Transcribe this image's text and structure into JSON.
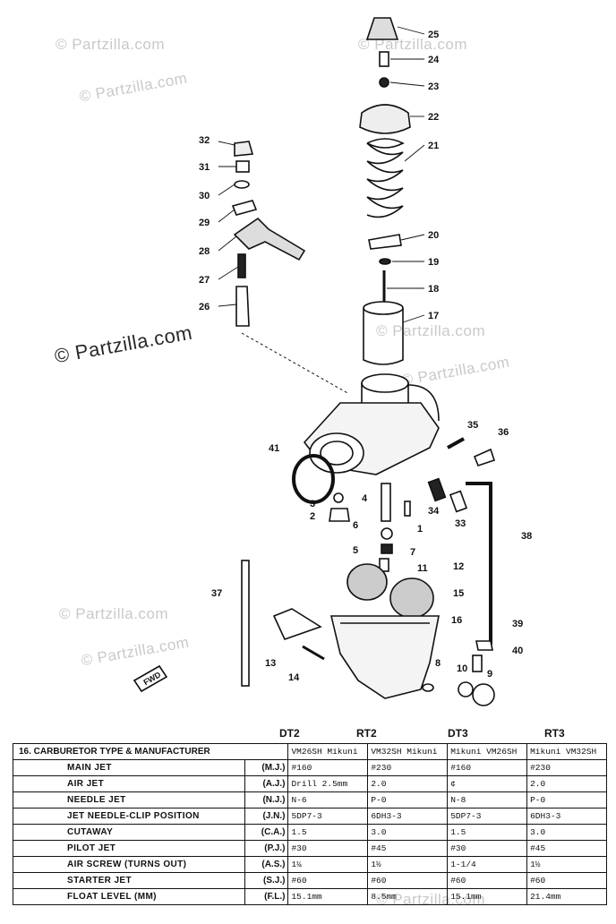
{
  "watermarks": [
    "© Partzilla.com",
    "© Partzilla.com",
    "© Partzilla.com",
    "© Partzilla.com",
    "© Partzilla.com",
    "© Partzilla.com",
    "© Partzilla.com",
    "© Partzilla.com"
  ],
  "watermark_main": "© Partzilla.com",
  "callouts": [
    "25",
    "24",
    "23",
    "22",
    "21",
    "20",
    "19",
    "18",
    "17",
    "32",
    "31",
    "30",
    "29",
    "28",
    "27",
    "26",
    "35",
    "36",
    "41",
    "4",
    "3",
    "2",
    "1",
    "34",
    "33",
    "38",
    "6",
    "5",
    "7",
    "11",
    "12",
    "15",
    "16",
    "37",
    "39",
    "40",
    "13",
    "14",
    "8",
    "10",
    "9"
  ],
  "fwd_label": "FWD",
  "table": {
    "models": [
      "DT2",
      "RT2",
      "DT3",
      "RT3"
    ],
    "title": "16. CARBURETOR TYPE & MANUFACTURER",
    "types": [
      "VM26SH Mikuni",
      "VM32SH Mikuni",
      "Mikuni   VM26SH",
      "Mikuni   VM32SH"
    ],
    "rows": [
      {
        "label": "MAIN JET",
        "abbr": "(M.J.)",
        "values": [
          "#160",
          "#230",
          "#160",
          "#230"
        ]
      },
      {
        "label": "AIR JET",
        "abbr": "(A.J.)",
        "values": [
          "Drill 2.5mm",
          "2.0",
          "¢",
          "2.0"
        ]
      },
      {
        "label": "NEEDLE JET",
        "abbr": "(N.J.)",
        "values": [
          "N-6",
          "P-0",
          "N-8",
          "P-0"
        ]
      },
      {
        "label": "JET NEEDLE-CLIP POSITION",
        "abbr": "(J.N.)",
        "values": [
          "5DP7-3",
          "6DH3-3",
          "5DP7-3",
          "6DH3-3"
        ]
      },
      {
        "label": "CUTAWAY",
        "abbr": "(C.A.)",
        "values": [
          "1.5",
          "3.0",
          "1.5",
          "3.0"
        ]
      },
      {
        "label": "PILOT JET",
        "abbr": "(P.J.)",
        "values": [
          "#30",
          "#45",
          "#30",
          "#45"
        ]
      },
      {
        "label": "AIR SCREW (TURNS OUT)",
        "abbr": "(A.S.)",
        "values": [
          "1¼",
          "1½",
          "1-1/4",
          "1½"
        ]
      },
      {
        "label": "STARTER JET",
        "abbr": "(S.J.)",
        "values": [
          "#60",
          "#60",
          "#60",
          "#60"
        ]
      },
      {
        "label": "FLOAT LEVEL (MM)",
        "abbr": "(F.L.)",
        "values": [
          "15.1mm",
          "8.5mm",
          "15.1mm",
          "21.4mm"
        ]
      }
    ]
  }
}
